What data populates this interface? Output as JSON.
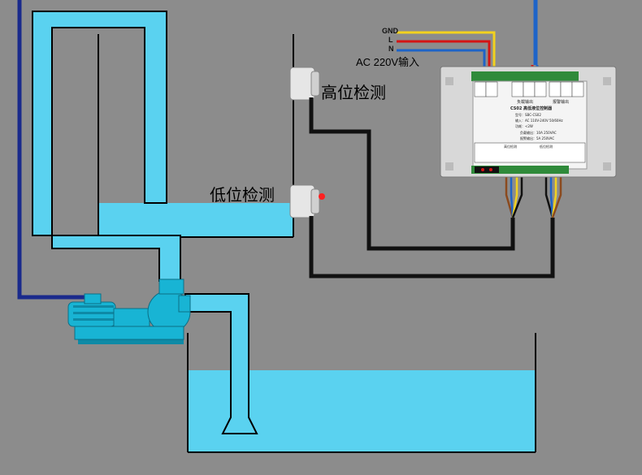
{
  "labels": {
    "high_sensor": "高位检测",
    "low_sensor": "低位检测",
    "power_input": "AC 220V输入",
    "wire_gnd": "GND",
    "wire_l": "L",
    "wire_n": "N"
  },
  "controller": {
    "title": "CS02 高低液位控制器",
    "model": "型号：SBC-CS02",
    "input": "输入：AC 110V-240V 50/60Hz",
    "power": "功耗：<2W",
    "load_output": "负载输出：10A 250VAC",
    "alarm_output": "报警输出：5A 250VAC",
    "load_out_label": "负载输出",
    "alarm_out_label": "报警输出",
    "high_probe_label": "高位检测",
    "low_probe_label": "低位检测"
  },
  "colors": {
    "background": "#8c8c8c",
    "water": "#5ad2f0",
    "pump": "#18b4d4",
    "wire_yellow": "#f2d21e",
    "wire_red": "#d41414",
    "wire_blue": "#1e64c8",
    "wire_brown": "#8b4a1e",
    "cable_black": "#111111",
    "navy_cable": "#1a2a8c"
  }
}
